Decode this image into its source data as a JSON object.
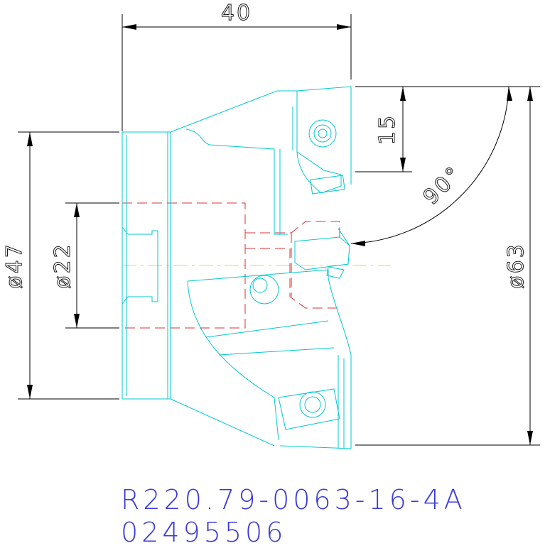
{
  "dimensions": {
    "width_top": "40",
    "insert_height": "15",
    "angle": "90°",
    "body_diameter": "ø47",
    "bore_diameter": "ø22",
    "cutter_diameter": "ø63"
  },
  "part_number": "R220.79-0063-16-4A",
  "item_code": "02495506",
  "colors": {
    "part_outline": "#00c8d0",
    "hidden_line": "#e03030",
    "center_line": "#e8e000",
    "dimension": "#000000",
    "label": "#3a3ad8"
  }
}
